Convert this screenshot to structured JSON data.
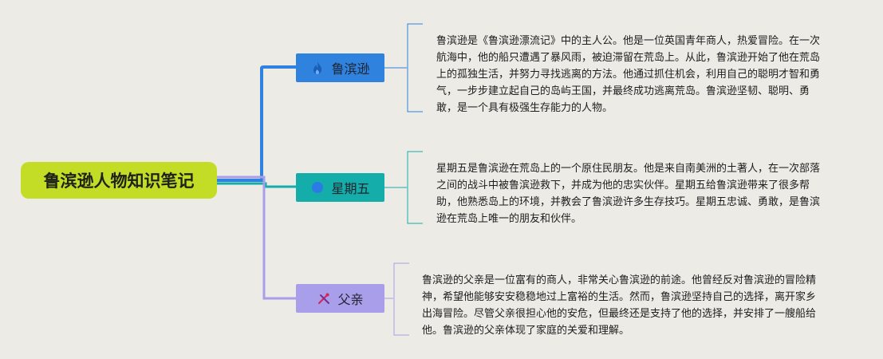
{
  "root": {
    "title": "鲁滨逊人物知识笔记"
  },
  "branches": [
    {
      "label": "鲁滨逊",
      "icon": "flame-icon",
      "color": "#2f82de",
      "text": "鲁滨逊是《鲁滨逊漂流记》中的主人公。他是一位英国青年商人，热爱冒险。在一次航海中，他的船只遭遇了暴风雨，被迫滞留在荒岛上。从此，鲁滨逊开始了他在荒岛上的孤独生活，并努力寻找逃离的方法。他通过抓住机会，利用自己的聪明才智和勇气，一步步建立起自己的岛屿王国，并最终成功逃离荒岛。鲁滨逊坚韧、聪明、勇敢，是一个具有极强生存能力的人物。"
    },
    {
      "label": "星期五",
      "icon": "blue-circle-icon",
      "color": "#14ada9",
      "text": "星期五是鲁滨逊在荒岛上的一个原住民朋友。他是来自南美洲的土著人，在一次部落之间的战斗中被鲁滨逊救下，并成为他的忠实伙伴。星期五给鲁滨逊带来了很多帮助，他熟悉岛上的环境，并教会了鲁滨逊许多生存技巧。星期五忠诚、勇敢，是鲁滨逊在荒岛上唯一的朋友和伙伴。"
    },
    {
      "label": "父亲",
      "icon": "crossed-tools-icon",
      "color": "#a99ee9",
      "text": "鲁滨逊的父亲是一位富有的商人，非常关心鲁滨逊的前途。他曾经反对鲁滨逊的冒险精神，希望他能够安安稳稳地过上富裕的生活。然而，鲁滨逊坚持自己的选择，离开家乡出海冒险。尽管父亲很担心他的安危，但最终还是支持了他的选择，并安排了一艘船给他。鲁滨逊的父亲体现了家庭的关爱和理解。"
    }
  ]
}
